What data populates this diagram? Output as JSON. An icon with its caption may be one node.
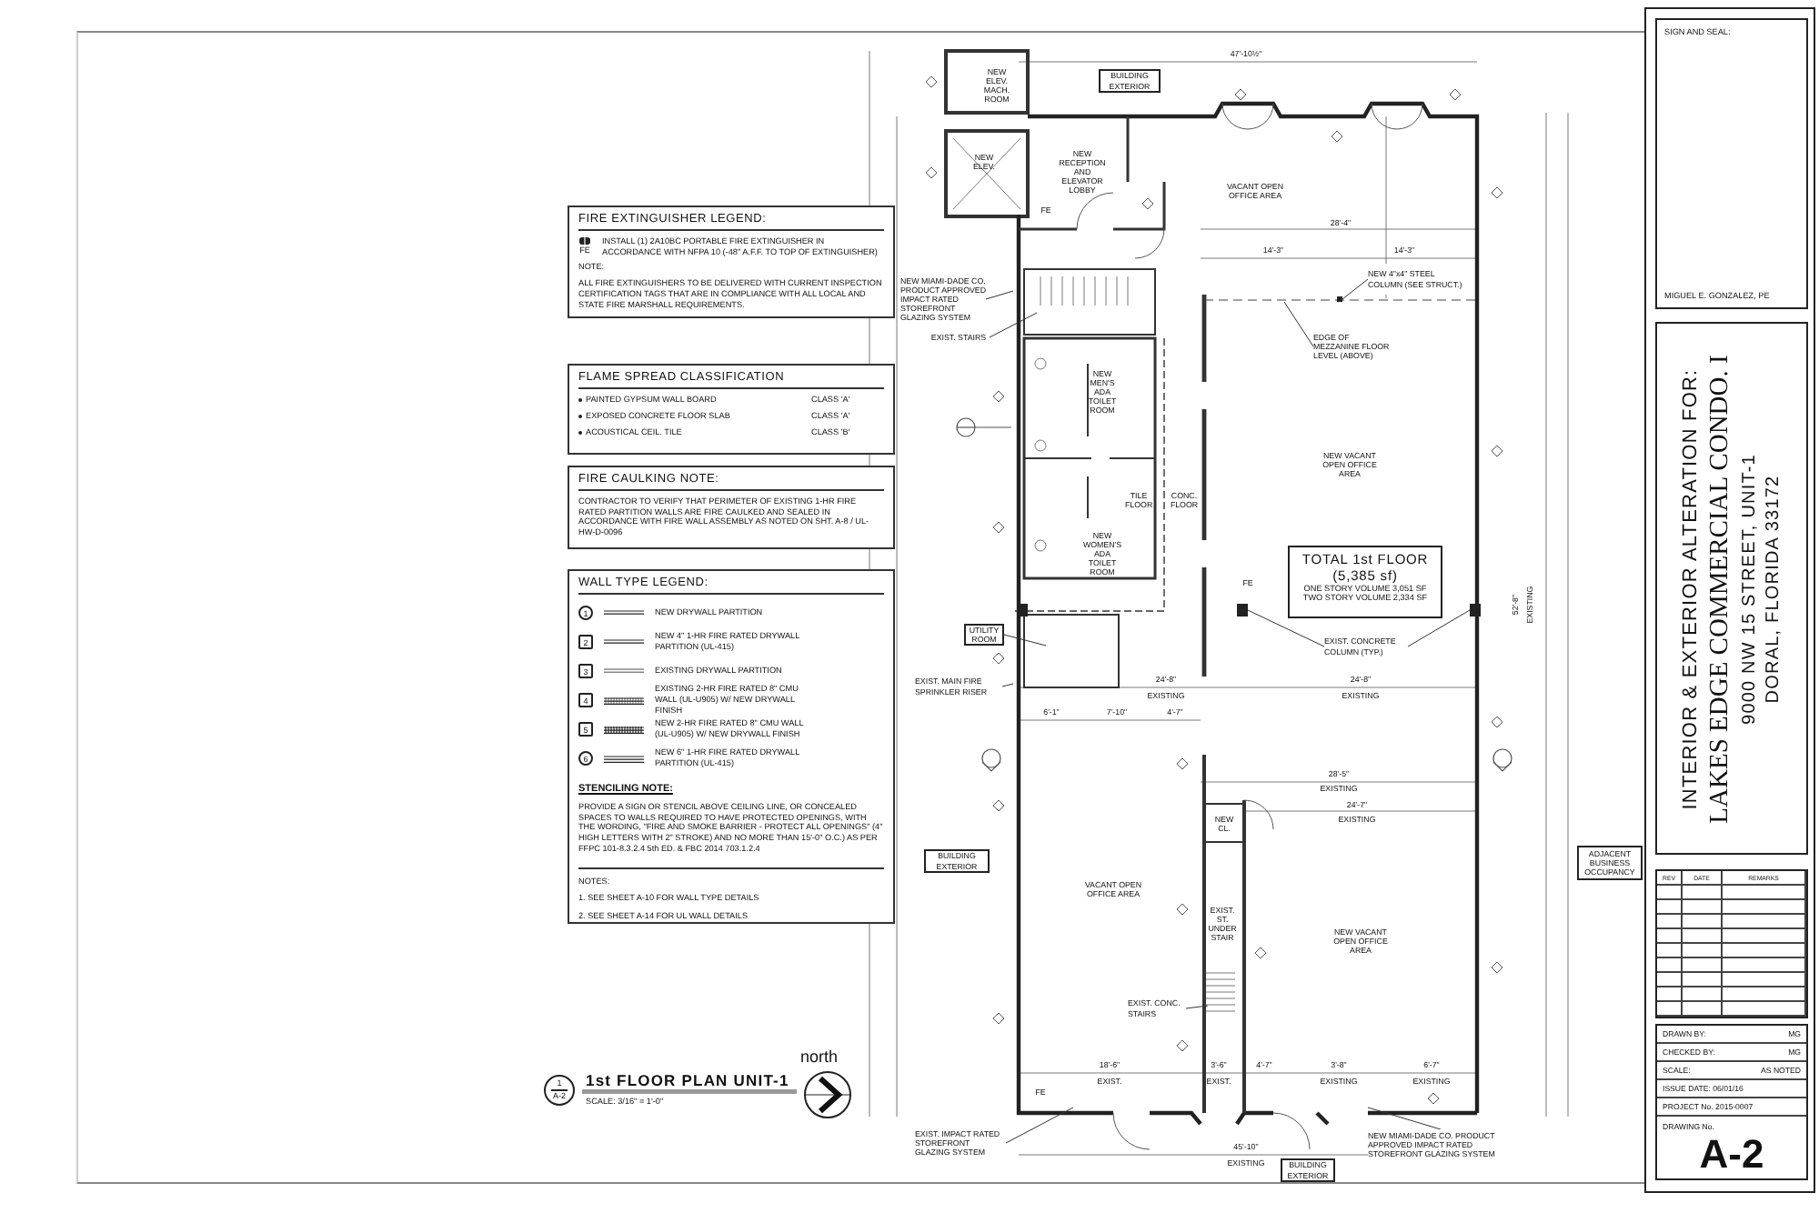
{
  "diagram": {
    "title": "1st FLOOR PLAN UNIT-1",
    "nodes": [
      {
        "text": [
          "FIRE EXTINGUISHER LEGEND:",
          "INSTALL (1) 2A10BC PORTABLE FIRE EXTINGUISHER IN ACCORDANCE WITH NFPA 10 (-48\" A.F.F. TO TOP OF EXTINGUISHER)",
          "NOTE:",
          "ALL FIRE EXTINGUISHERS TO BE DELIVERED WITH CURRENT INSPECTION CERTIFICATION TAGS THAT ARE IN COMPLIANCE WITH ALL LOCAL AND STATE FIRE MARSHALL REQUIREMENTS."
        ]
      },
      {
        "text": [
          "FLAME SPREAD CLASSIFICATION",
          "PAINTED GYPSUM WALL BOARD",
          "CLASS 'A'",
          "EXPOSED CONCRETE FLOOR SLAB",
          "CLASS 'A'",
          "ACOUSTICAL CEIL. TILE",
          "CLASS 'B'"
        ]
      },
      {
        "text": [
          "FIRE CAULKING NOTE:",
          "CONTRACTOR TO VERIFY THAT PERIMETER OF EXISTING 1-HR FIRE RATED PARTITION WALLS ARE FIRE CAULKED AND SEALED IN ACCORDANCE WITH FIRE WALL ASSEMBLY AS NOTED ON SHT. A-8 / UL-HW-D-0096"
        ]
      },
      {
        "text": [
          "WALL TYPE LEGEND:",
          "STENCILING NOTE:",
          "PROVIDE A SIGN OR STENCIL ABOVE CEILING LINE, OR CONCEALED SPACES TO WALLS REQUIRED TO HAVE PROTECTED OPENINGS, WITH THE WORDING, \"FIRE AND SMOKE BARRIER - PROTECT ALL OPENINGS\" (4\" HIGH LETTERS WITH 2\" STROKE) AND NO MORE THAN 15'-0\" O.C.) AS PER FFPC 101-8.3.2.4 5th ED. & FBC 2014 703.1.2.4",
          "NOTES:",
          "1. SEE SHEET A-10 FOR WALL TYPE DETAILS",
          "2. SEE SHEET A-14 FOR UL WALL DETAILS"
        ]
      },
      {
        "text": [
          "SIGN AND SEAL:",
          "MIGUEL E. GONZALEZ, PE"
        ]
      },
      {
        "text": [
          "INTERIOR & EXTERIOR ALTERATION FOR:",
          "LAKES EDGE COMMERCIAL CONDO. I",
          "9000 NW 15 STREET, UNIT-1",
          "DORAL, FLORIDA 33172"
        ]
      },
      {
        "text": [
          "BUILDING EXTERIOR"
        ]
      },
      {
        "text": [
          "NEW MIAMI-DADE CO. PRODUCT APPROVED IMPACT RATED STOREFRONT GLAZING SYSTEM"
        ]
      },
      {
        "text": [
          "EXIST. STAIRS"
        ]
      },
      {
        "text": [
          "NEW 4\"x4\" STEEL COLUMN (SEE STRUCT.)"
        ]
      },
      {
        "text": [
          "EDGE OF MEZZANINE FLOOR LEVEL (ABOVE)"
        ]
      },
      {
        "text": [
          "TOTAL 1st FLOOR",
          "(5,385 sf)",
          "ONE STORY VOLUME 3,051 SF",
          "TWO STORY VOLUME 2,334 SF"
        ]
      },
      {
        "text": [
          "EXIST. CONCRETE COLUMN (TYP.)"
        ]
      },
      {
        "text": [
          "UTILITY ROOM"
        ]
      },
      {
        "text": [
          "EXIST. MAIN FIRE SPRINKLER RISER"
        ]
      },
      {
        "text": [
          "BUILDING EXTERIOR"
        ]
      },
      {
        "text": [
          "ADJACENT BUSINESS OCCUPANCY"
        ]
      },
      {
        "text": [
          "EXIST. CONC. STAIRS"
        ]
      },
      {
        "text": [
          "EXIST. IMPACT RATED STOREFRONT GLAZING SYSTEM"
        ]
      },
      {
        "text": [
          "NEW MIAMI-DADE CO. PRODUCT APPROVED IMPACT RATED STOREFRONT GLAZING SYSTEM"
        ]
      },
      {
        "text": [
          "BUILDING EXTERIOR"
        ]
      },
      {
        "text": [],
        "shape": "box"
      },
      {
        "text": [],
        "shape": "box"
      },
      {
        "text": [],
        "shape": "box"
      }
    ],
    "edges": [
      {
        "from": 7,
        "to": null,
        "arrow": "none"
      },
      {
        "from": 8,
        "to": null,
        "arrow": "none"
      },
      {
        "from": 9,
        "to": 21,
        "arrow": "none"
      },
      {
        "from": 10,
        "to": null,
        "arrow": "none"
      },
      {
        "from": 12,
        "to": 22,
        "arrow": "none"
      },
      {
        "from": 12,
        "to": 23,
        "arrow": "none"
      },
      {
        "from": 13,
        "to": null,
        "arrow": "none"
      },
      {
        "from": 14,
        "to": null,
        "arrow": "none"
      },
      {
        "from": 17,
        "to": null,
        "arrow": "none"
      },
      {
        "from": 18,
        "to": null,
        "arrow": "none"
      },
      {
        "from": 19,
        "to": null,
        "arrow": "none"
      }
    ],
    "labels": [
      "FE",
      "1",
      "2",
      "3",
      "4",
      "5",
      "6",
      "REV",
      "DATE",
      "REMARKS",
      "DRAWN BY:",
      "MG",
      "CHECKED BY:",
      "MG",
      "SCALE:",
      "AS NOTED",
      "ISSUE DATE: 06/01/16",
      "PROJECT No. 2015-0007",
      "DRAWING No.",
      "A-2",
      "SCALE: 3/16\" = 1'-0\"",
      "1",
      "A-2",
      "north",
      "NEW ELEV. MACH. ROOM",
      "NEW ELEV.",
      "NEW RECEPTION AND ELEVATOR LOBBY",
      "VACANT OPEN OFFICE AREA",
      "47'-10½\"",
      "28'-4\"",
      "14'-3\"",
      "14'-3\"",
      "NEW MEN'S ADA TOILET ROOM",
      "NEW WOMEN'S ADA TOILET ROOM",
      "TILE FLOOR",
      "CONC. FLOOR",
      "NEW VACANT OPEN OFFICE AREA",
      "FE",
      "FE",
      "24'-8\"",
      "EXISTING",
      "24'-8\"",
      "EXISTING",
      "6'-1\"",
      "7'-10\"",
      "4'-7\"",
      "28'-5\"",
      "EXISTING",
      "24'-7\"",
      "EXISTING",
      "NEW CL.",
      "VACANT OPEN OFFICE AREA",
      "EXIST. ST. UNDER STAIR",
      "NEW VACANT OPEN OFFICE AREA",
      "52'-8\"",
      "EXISTING",
      "18'-6\"",
      "EXIST.",
      "3'-6\"",
      "EXIST.",
      "4'-7\"",
      "3'-8\"",
      "EXISTING",
      "6'-7\"",
      "EXISTING",
      "45'-10\"",
      "EXISTING",
      "FE"
    ],
    "legend": [
      {
        "text": "NEW DRYWALL PARTITION"
      },
      {
        "text": "NEW 4\" 1-HR FIRE RATED DRYWALL PARTITION (UL-415)"
      },
      {
        "text": "EXISTING DRYWALL PARTITION"
      },
      {
        "text": "EXISTING 2-HR FIRE RATED 8\" CMU WALL (UL-U905) W/ NEW DRYWALL FINISH"
      },
      {
        "text": "NEW 2-HR FIRE RATED 8\" CMU WALL (UL-U905) W/ NEW DRYWALL FINISH"
      },
      {
        "text": "NEW 6\" 1-HR FIRE RATED DRYWALL PARTITION (UL-415)"
      }
    ]
  }
}
